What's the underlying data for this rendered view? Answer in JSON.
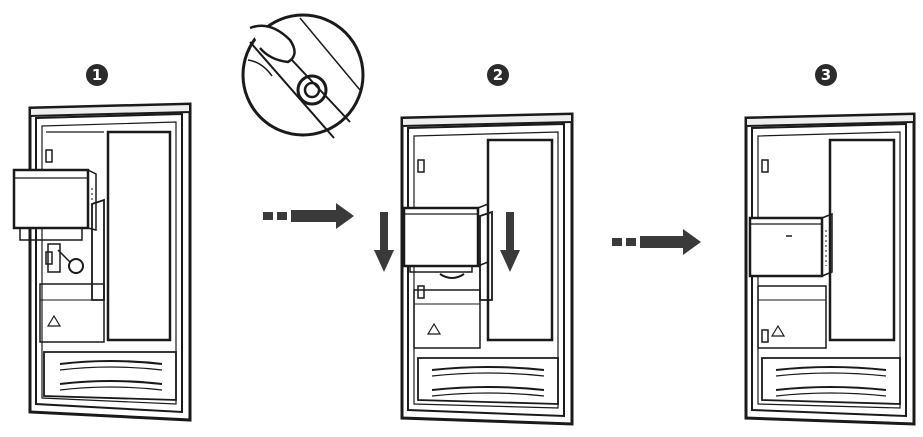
{
  "steps": [
    {
      "number": "1"
    },
    {
      "number": "2"
    },
    {
      "number": "3"
    }
  ],
  "colors": {
    "line": "#1a1a1a",
    "arrow": "#3a3a3a",
    "background": "#ffffff"
  },
  "icons": [
    "right-arrow-icon",
    "down-arrow-icon",
    "magnifier-detail"
  ]
}
